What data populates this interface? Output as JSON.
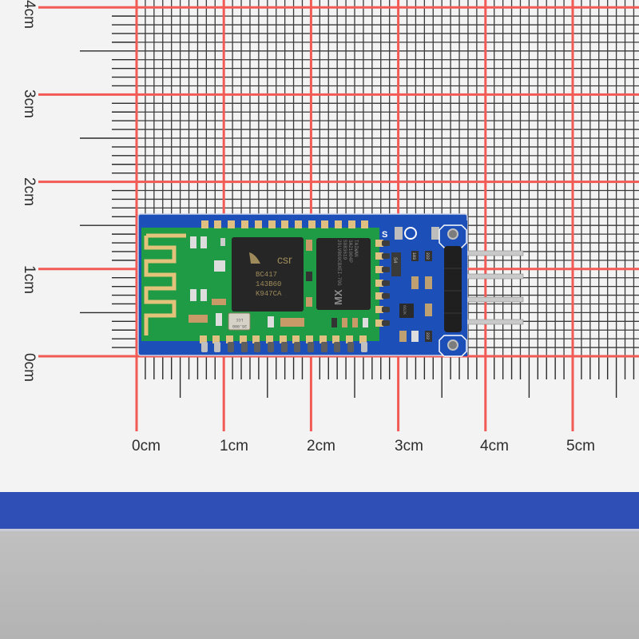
{
  "scene": {
    "description": "HC-06 style Bluetooth serial module on blue breakout board placed on red/black millimeter grid paper with cm rulers",
    "colors": {
      "paper": "#f3f3f3",
      "major_grid": "#f25a55",
      "minor_grid": "#3a3a3a",
      "stripe": "#2f4fb6",
      "table": "#b8b8b8",
      "pcb_blue": "#1d4fb8",
      "pcb_green": "#1f9a45",
      "antenna_gold": "#e3c27a",
      "chip_black": "#262626",
      "pin_silver": "#c8c8c8"
    }
  },
  "ruler": {
    "x_labels": [
      "0cm",
      "1cm",
      "2cm",
      "3cm",
      "4cm",
      "5cm"
    ],
    "y_labels": [
      "0cm",
      "1cm",
      "2cm",
      "3cm",
      "4cm"
    ]
  },
  "module": {
    "chip1": {
      "brand": "csr",
      "line1": "BC417",
      "line2": "143B60",
      "line3": "K947CA"
    },
    "chip2": {
      "brand": "MX",
      "line1": "S083619",
      "line2": "29LV800CBXEI-70G",
      "line3": "3A21004P",
      "line4": "TAIWAN"
    },
    "crystal": {
      "line1": "26.000",
      "line2": "LCC"
    },
    "silk_s": "S",
    "resistor_labels": [
      "103",
      "222",
      "222"
    ],
    "diode_label": "S4",
    "regulator_label": "662K",
    "pin_count": 4
  }
}
